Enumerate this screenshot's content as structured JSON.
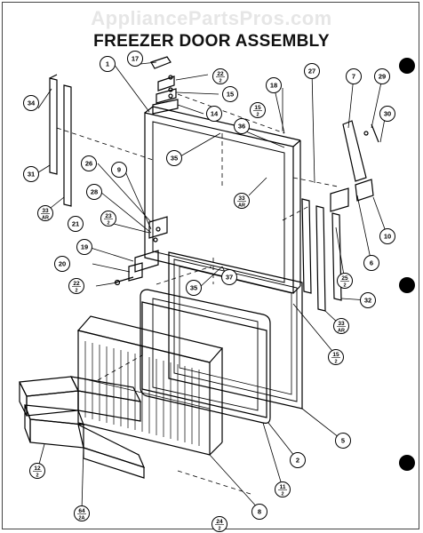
{
  "watermark": "AppliancePartsPros.com",
  "title": "FREEZER DOOR ASSEMBLY",
  "callouts": [
    {
      "id": "c1",
      "top": "1"
    },
    {
      "id": "c2",
      "top": "2"
    },
    {
      "id": "c5",
      "top": "5"
    },
    {
      "id": "c6",
      "top": "6"
    },
    {
      "id": "c7",
      "top": "7"
    },
    {
      "id": "c8",
      "top": "8"
    },
    {
      "id": "c9",
      "top": "9"
    },
    {
      "id": "c10",
      "top": "10"
    },
    {
      "id": "c11",
      "top": "11",
      "bottom": "2"
    },
    {
      "id": "c12",
      "top": "12",
      "bottom": "2"
    },
    {
      "id": "c14",
      "top": "14"
    },
    {
      "id": "c15a",
      "top": "15"
    },
    {
      "id": "c15b",
      "top": "15",
      "bottom": "2"
    },
    {
      "id": "c15c",
      "top": "15",
      "bottom": "2"
    },
    {
      "id": "c17",
      "top": "17"
    },
    {
      "id": "c18",
      "top": "18"
    },
    {
      "id": "c19",
      "top": "19"
    },
    {
      "id": "c20",
      "top": "20"
    },
    {
      "id": "c21",
      "top": "21"
    },
    {
      "id": "c22a",
      "top": "22",
      "bottom": "2"
    },
    {
      "id": "c22b",
      "top": "22",
      "bottom": "2"
    },
    {
      "id": "c23",
      "top": "23",
      "bottom": "2"
    },
    {
      "id": "c24",
      "top": "24",
      "bottom": "2"
    },
    {
      "id": "c25",
      "top": "25",
      "bottom": "2"
    },
    {
      "id": "c26",
      "top": "26"
    },
    {
      "id": "c27",
      "top": "27"
    },
    {
      "id": "c28",
      "top": "28"
    },
    {
      "id": "c29",
      "top": "29"
    },
    {
      "id": "c30",
      "top": "30"
    },
    {
      "id": "c31",
      "top": "31"
    },
    {
      "id": "c32",
      "top": "32"
    },
    {
      "id": "c33a",
      "top": "33",
      "bottom": "AR"
    },
    {
      "id": "c33b",
      "top": "33",
      "bottom": "AR"
    },
    {
      "id": "c33c",
      "top": "33",
      "bottom": "AR"
    },
    {
      "id": "c34",
      "top": "34"
    },
    {
      "id": "c35a",
      "top": "35"
    },
    {
      "id": "c35b",
      "top": "35"
    },
    {
      "id": "c36",
      "top": "36"
    },
    {
      "id": "c37",
      "top": "37"
    },
    {
      "id": "c64",
      "top": "64",
      "bottom": "2A"
    }
  ]
}
